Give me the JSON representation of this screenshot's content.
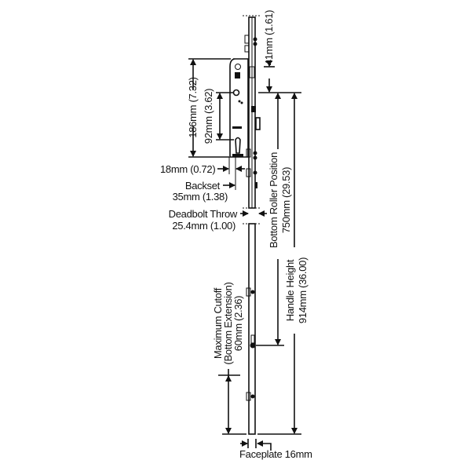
{
  "labels": {
    "top_gap": "41mm (1.61)",
    "case_height": "186mm (7.32)",
    "spindle_to_cylinder": "92mm (3.62)",
    "faceplate_offset": "18mm (0.72)",
    "backset_label": "Backset",
    "backset_value": "35mm (1.38)",
    "deadbolt_label": "Deadbolt Throw",
    "deadbolt_value": "25.4mm (1.00)",
    "roller_label": "Bottom Roller Position",
    "roller_value": "750mm (29.53)",
    "handle_label": "Handle Height",
    "handle_value": "914mm (36.00)",
    "cutoff_label": "Maximum Cutoff",
    "cutoff_sub": "(Bottom Extension)",
    "cutoff_value": "60mm (2.36)",
    "faceplate_width": "Faceplate 16mm"
  }
}
